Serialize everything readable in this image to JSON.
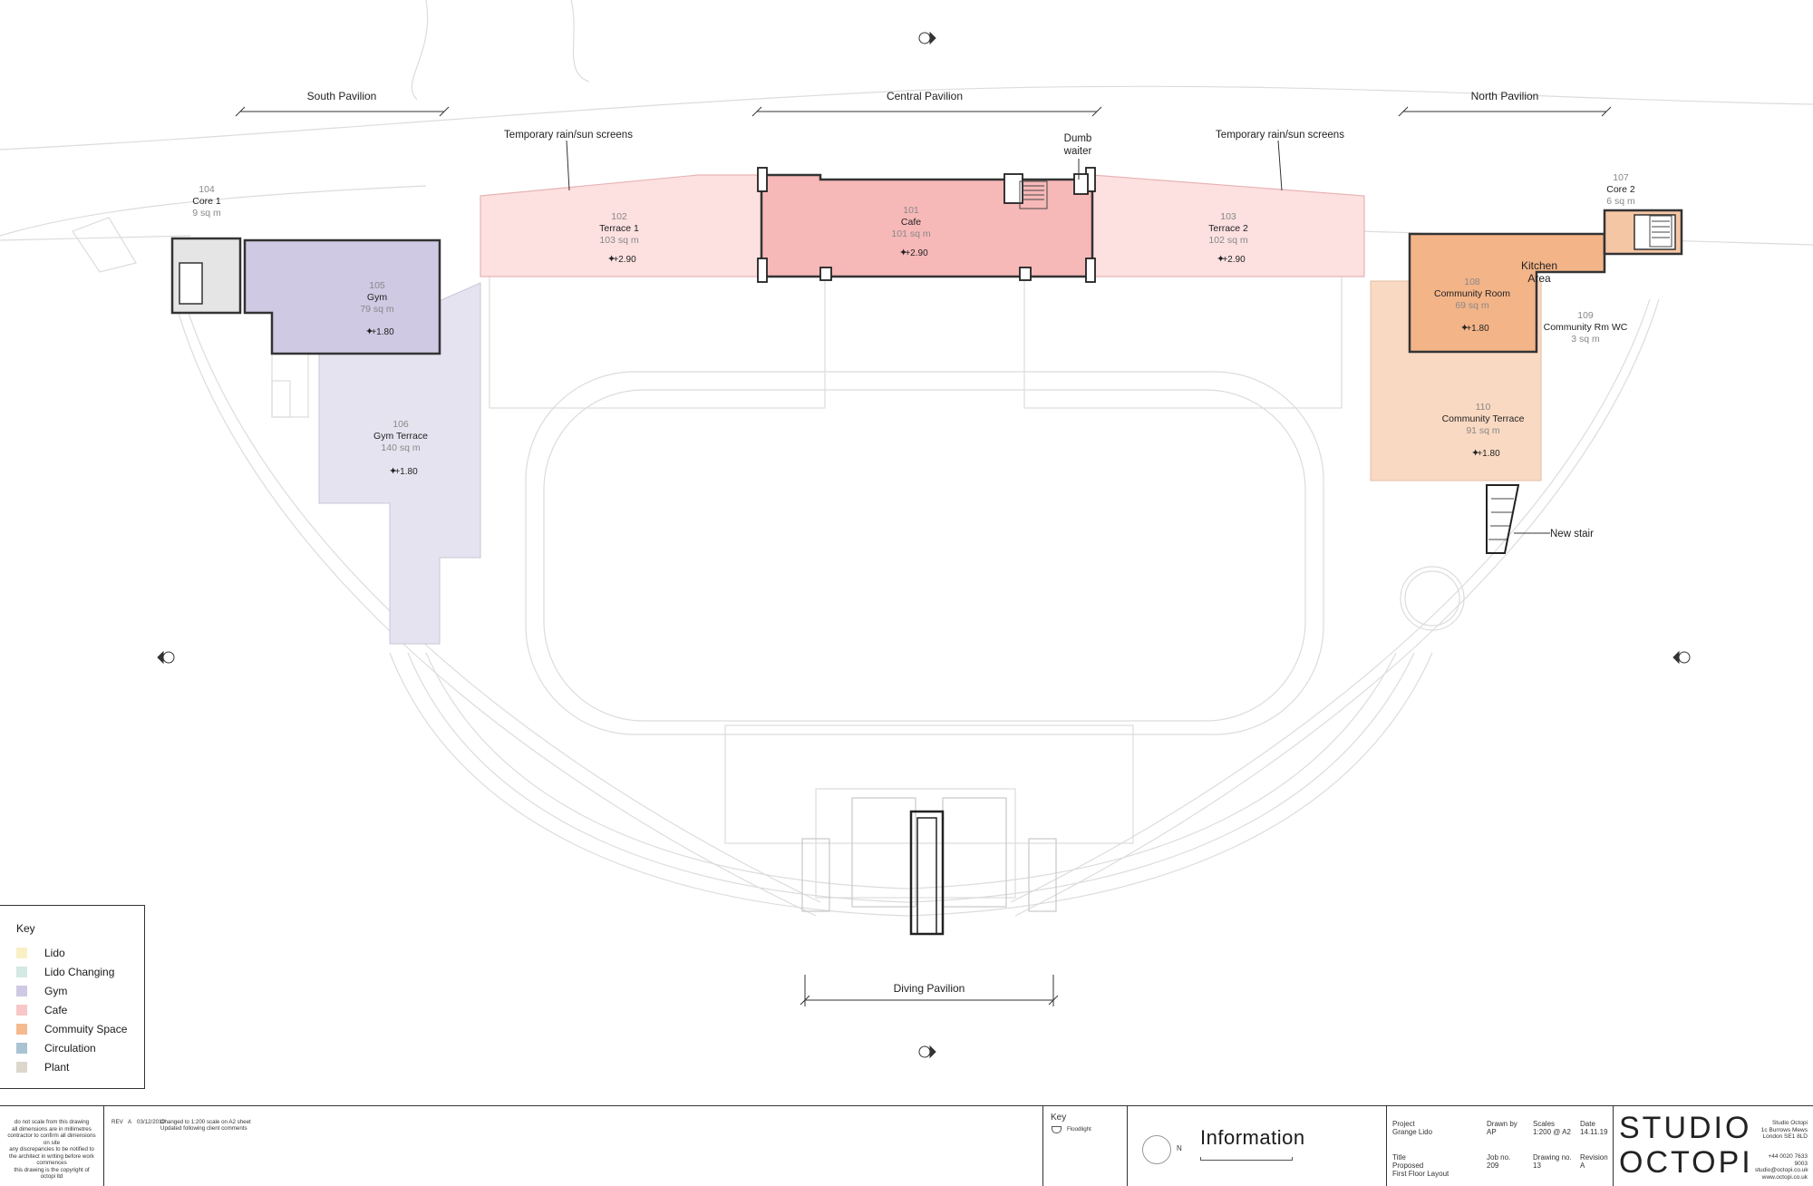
{
  "pavilions": {
    "south": "South Pavilion",
    "central": "Central Pavilion",
    "north": "North Pavilion",
    "diving": "Diving Pavilion"
  },
  "annotations": {
    "screens_left": "Temporary rain/sun screens",
    "screens_right": "Temporary rain/sun screens",
    "dumb_waiter_1": "Dumb",
    "dumb_waiter_2": "waiter",
    "new_stair": "New stair",
    "kitchen_1": "Kitchen",
    "kitchen_2": "Area"
  },
  "rooms": [
    {
      "id": "r104",
      "num": "104",
      "name": "Core 1",
      "area": "9 sq m",
      "level": ""
    },
    {
      "id": "r105",
      "num": "105",
      "name": "Gym",
      "area": "79 sq m",
      "level": "+1.80"
    },
    {
      "id": "r106",
      "num": "106",
      "name": "Gym Terrace",
      "area": "140 sq m",
      "level": "+1.80"
    },
    {
      "id": "r102",
      "num": "102",
      "name": "Terrace 1",
      "area": "103 sq m",
      "level": "+2.90"
    },
    {
      "id": "r101",
      "num": "101",
      "name": "Cafe",
      "area": "101 sq m",
      "level": "+2.90"
    },
    {
      "id": "r103",
      "num": "103",
      "name": "Terrace 2",
      "area": "102 sq m",
      "level": "+2.90"
    },
    {
      "id": "r107",
      "num": "107",
      "name": "Core 2",
      "area": "6 sq m",
      "level": ""
    },
    {
      "id": "r108",
      "num": "108",
      "name": "Community Room",
      "area": "69 sq m",
      "level": "+1.80"
    },
    {
      "id": "r109",
      "num": "109",
      "name": "Community Rm WC",
      "area": "3 sq m",
      "level": ""
    },
    {
      "id": "r110",
      "num": "110",
      "name": "Community Terrace",
      "area": "91 sq m",
      "level": "+1.80"
    }
  ],
  "colors": {
    "lido": "#faf0c6",
    "lido_changing": "#d4e8e4",
    "gym": "#cfc9e3",
    "cafe": "#f8c8c8",
    "community": "#f5b98e",
    "circulation": "#a9c3d3",
    "plant": "#ddd6cc",
    "gym_terrace": "#e6e3f0",
    "terrace": "#fde0e0",
    "cafe_dark": "#f7b8b8",
    "community_terrace": "#fad9c2",
    "community_room": "#f3b488"
  },
  "key": {
    "title": "Key",
    "items": [
      {
        "label": "Lido",
        "color": "#faf0c6"
      },
      {
        "label": "Lido Changing",
        "color": "#d4e8e4"
      },
      {
        "label": "Gym",
        "color": "#cfc9e3"
      },
      {
        "label": "Cafe",
        "color": "#f8c8c8"
      },
      {
        "label": "Commuity Space",
        "color": "#f5b98e"
      },
      {
        "label": "Circulation",
        "color": "#a9c3d3"
      },
      {
        "label": "Plant",
        "color": "#ddd6cc"
      }
    ]
  },
  "titleblock": {
    "disclaimer": [
      "do not scale from this drawing",
      "all dimensions are in millimetres",
      "contractor to confirm all dimensions",
      "on site",
      "any discrepancies to be notified to",
      "the architect in writing before work",
      "commences",
      "this drawing is the copyright of",
      "octopi ltd"
    ],
    "rev_label": "REV",
    "rev_value": "A",
    "rev_date": "03/12/2019",
    "rev_note_1": "Changed to 1:200 scale on A2 sheet",
    "rev_note_2": "Updated following client comments",
    "key_title": "Key",
    "key_item": "Floodlight",
    "north": "N",
    "info_title": "Information",
    "project_label": "Project",
    "project_value": "Grange Lido",
    "drawn_label": "Drawn by",
    "drawn_value": "AP",
    "scales_label": "Scales",
    "scales_value": "1:200 @ A2",
    "date_label": "Date",
    "date_value": "14.11.19",
    "title_label": "Title",
    "title_value_1": "Proposed",
    "title_value_2": "First Floor Layout",
    "job_label": "Job no.",
    "job_value": "209",
    "dwg_label": "Drawing no.",
    "dwg_value": "13",
    "revision_label": "Revision",
    "revision_value": "A",
    "logo_1": "STUDIO",
    "logo_2": "OCTOPI",
    "address": [
      "Studio Octopi",
      "1c Burrows Mews",
      "London SE1 8LD"
    ],
    "contact": [
      "+44 0020 7633 9003",
      "studio@octopi.co.uk",
      "www.octopi.co.uk"
    ]
  }
}
